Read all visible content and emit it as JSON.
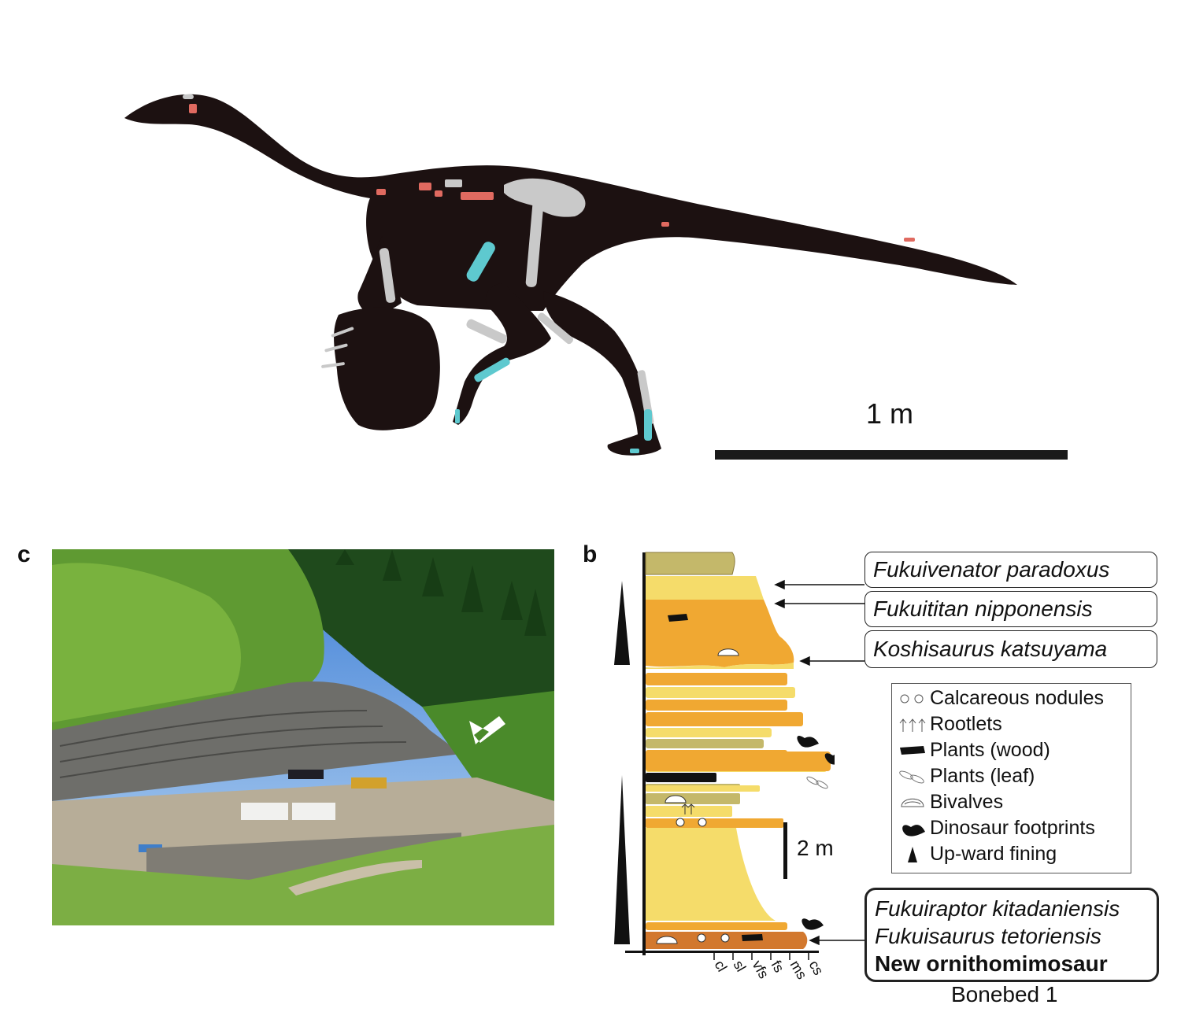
{
  "figure": {
    "panel_c_label": "c",
    "panel_b_label": "b",
    "skeleton_scale": "1 m",
    "section_scale": "2 m",
    "bonebed_label": "Bonebed 1",
    "grain_size_labels": [
      "cl",
      "sl",
      "vfs",
      "fs",
      "ms",
      "cs"
    ],
    "upper_taxa": [
      {
        "name": "Fukuivenator paradoxus"
      },
      {
        "name": "Fukuititan nipponensis"
      },
      {
        "name": "Koshisaurus katsuyama"
      }
    ],
    "bonebed_taxa": [
      {
        "name": "Fukuiraptor kitadaniensis",
        "bold": false
      },
      {
        "name": "Fukuisaurus tetoriensis",
        "bold": false
      },
      {
        "name": "New ornithomimosaur",
        "bold": true
      }
    ],
    "legend": [
      {
        "icon": "nodules-icon",
        "label": "Calcareous nodules"
      },
      {
        "icon": "rootlets-icon",
        "label": "Rootlets"
      },
      {
        "icon": "wood-icon",
        "label": "Plants (wood)"
      },
      {
        "icon": "leaf-icon",
        "label": "Plants (leaf)"
      },
      {
        "icon": "bivalve-icon",
        "label": "Bivalves"
      },
      {
        "icon": "footprint-icon",
        "label": "Dinosaur footprints"
      },
      {
        "icon": "fining-icon",
        "label": "Up-ward fining"
      }
    ],
    "colors": {
      "silhouette": "#1c1111",
      "bone_grey": "#c9c9c9",
      "bone_red": "#e06a60",
      "bone_cyan": "#5ec9cf",
      "layer_yellow": "#f5dc6a",
      "layer_orange": "#f0a832",
      "layer_olive": "#c4b86a",
      "layer_brown": "#d2782e"
    }
  }
}
